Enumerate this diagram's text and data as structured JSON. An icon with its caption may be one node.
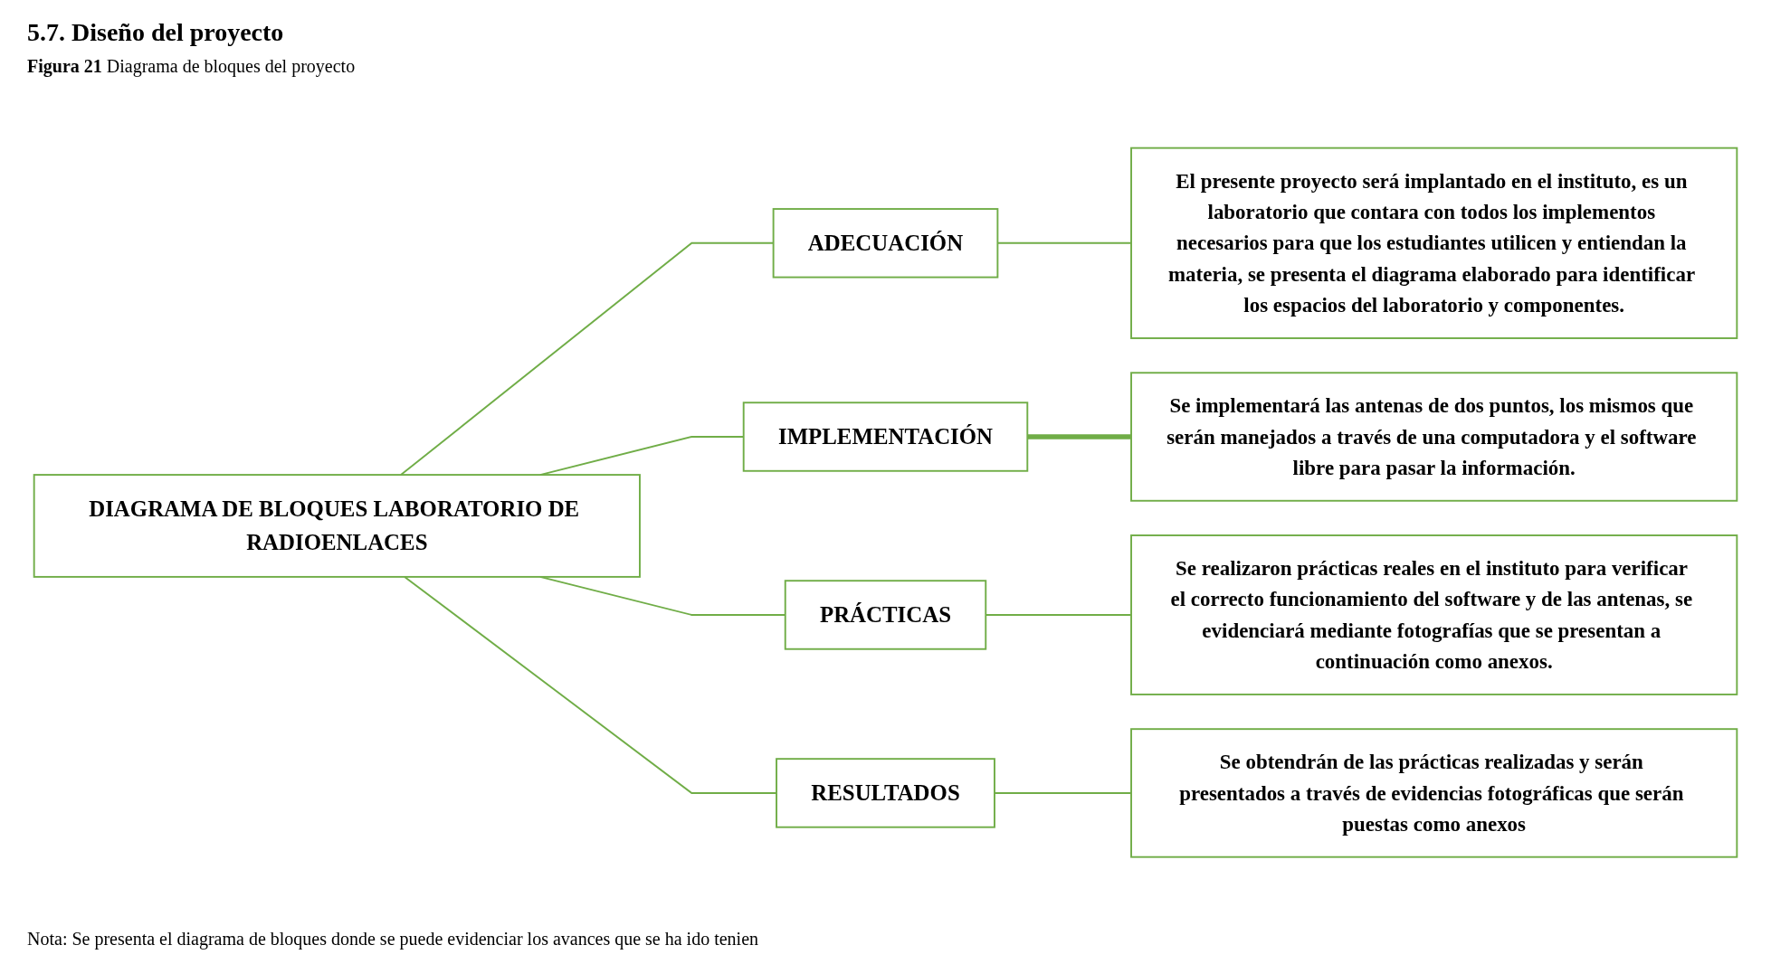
{
  "diagram": {
    "title": "5.7. Diseño del proyecto",
    "caption": "**Figura 21** Diagrama de bloques del proyecto",
    "nodes": [
      {
        "text": [
          "DIAGRAMA DE BLOQUES LABORATORIO DE RADIOENLACES"
        ]
      },
      {
        "text": [
          "ADECUACIÓN"
        ]
      },
      {
        "text": [
          "El presente proyecto será implantado en el instituto, es un laboratorio que contara con todos los implementos necesarios para que los estudiantes utilicen y entiendan la materia, se presenta el diagrama elaborado para identificar los espacios del laboratorio y componentes."
        ]
      },
      {
        "text": [
          "IMPLEMENTACIÓN"
        ]
      },
      {
        "text": [
          "Se implementará las antenas de dos puntos, los mismos que serán manejados a través de una computadora y el software libre para pasar la información."
        ]
      },
      {
        "text": [
          "PRÁCTICAS"
        ]
      },
      {
        "text": [
          "Se realizaron prácticas reales en el instituto para verificar el correcto funcionamiento del software y de las antenas, se evidenciará mediante fotografías que se presentan a continuación como anexos."
        ]
      },
      {
        "text": [
          "RESULTADOS"
        ]
      },
      {
        "text": [
          "Se obtendrán de las prácticas realizadas y serán presentados a través de evidencias fotográficas que serán puestas como anexos"
        ]
      }
    ],
    "edges": [
      {
        "from": 0,
        "to": 1,
        "arrow": "none"
      },
      {
        "from": 0,
        "to": 3,
        "arrow": "none"
      },
      {
        "from": 0,
        "to": 5,
        "arrow": "none"
      },
      {
        "from": 0,
        "to": 7,
        "arrow": "none"
      },
      {
        "from": 1,
        "to": 2,
        "arrow": "none"
      },
      {
        "from": 3,
        "to": 4,
        "arrow": "none",
        "style": "thick"
      },
      {
        "from": 5,
        "to": 6,
        "arrow": "none"
      },
      {
        "from": 7,
        "to": 8,
        "arrow": "none"
      }
    ],
    "labels": [
      "Nota: Se presenta el diagrama de bloques donde se puede evidenciar los avances que se ha ido tenien"
    ]
  }
}
